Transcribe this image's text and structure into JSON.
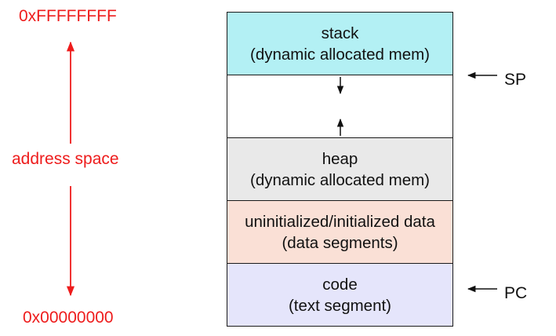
{
  "address_axis": {
    "top_label": "0xFFFFFFFF",
    "middle_label": "address space",
    "bottom_label": "0x00000000",
    "color": "#ee1c1c"
  },
  "segments": {
    "stack": {
      "line1": "stack",
      "line2": "(dynamic allocated mem)",
      "color": "#b3f0f4"
    },
    "gap": {
      "color": "#ffffff"
    },
    "heap": {
      "line1": "heap",
      "line2": "(dynamic allocated mem)",
      "color": "#e9e9e9"
    },
    "data": {
      "line1": "uninitialized/initialized data",
      "line2": "(data segments)",
      "color": "#fae0d6"
    },
    "code": {
      "line1": "code",
      "line2": "(text segment)",
      "color": "#e5e5fb"
    }
  },
  "pointers": {
    "sp": {
      "label": "SP"
    },
    "pc": {
      "label": "PC"
    }
  }
}
